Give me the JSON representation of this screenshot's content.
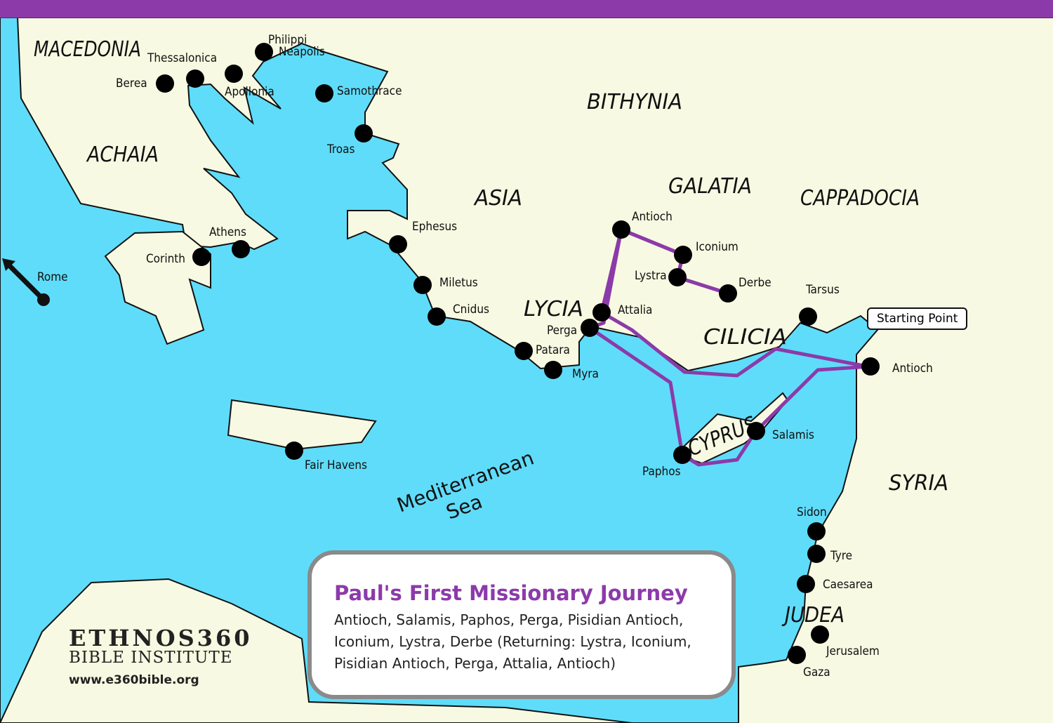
{
  "colors": {
    "sea": "#5fdcf9",
    "land": "#f8f9e2",
    "route": "#8c3aa9",
    "banner": "#8c3aa9"
  },
  "regions": [
    "MACEDONIA",
    "ACHAIA",
    "BITHYNIA",
    "ASIA",
    "GALATIA",
    "CAPPADOCIA",
    "LYCIA",
    "CILICIA",
    "CYPRUS",
    "SYRIA",
    "JUDEA"
  ],
  "sea_label": [
    "Mediterranean",
    "Sea"
  ],
  "cities": [
    "Philippi",
    "Neapolis",
    "Thessalonica",
    "Berea",
    "Apollonia",
    "Samothrace",
    "Troas",
    "Athens",
    "Corinth",
    "Rome",
    "Ephesus",
    "Miletus",
    "Cnidus",
    "Patara",
    "Myra",
    "Perga",
    "Attalia",
    "Antioch",
    "Iconium",
    "Lystra",
    "Derbe",
    "Tarsus",
    "Antioch",
    "Salamis",
    "Paphos",
    "Fair Havens",
    "Sidon",
    "Tyre",
    "Caesarea",
    "Jerusalem",
    "Gaza"
  ],
  "callout": "Starting Point",
  "legend": {
    "title": "Paul's First Missionary Journey",
    "text": "Antioch, Salamis, Paphos, Perga, Pisidian Antioch, Iconium, Lystra, Derbe (Returning: Lystra, Iconium, Pisidian Antioch, Perga, Attalia, Antioch)"
  },
  "logo": {
    "main": "ETHNOS360",
    "sub": "BIBLE INSTITUTE",
    "url": "www.e360bible.org"
  }
}
